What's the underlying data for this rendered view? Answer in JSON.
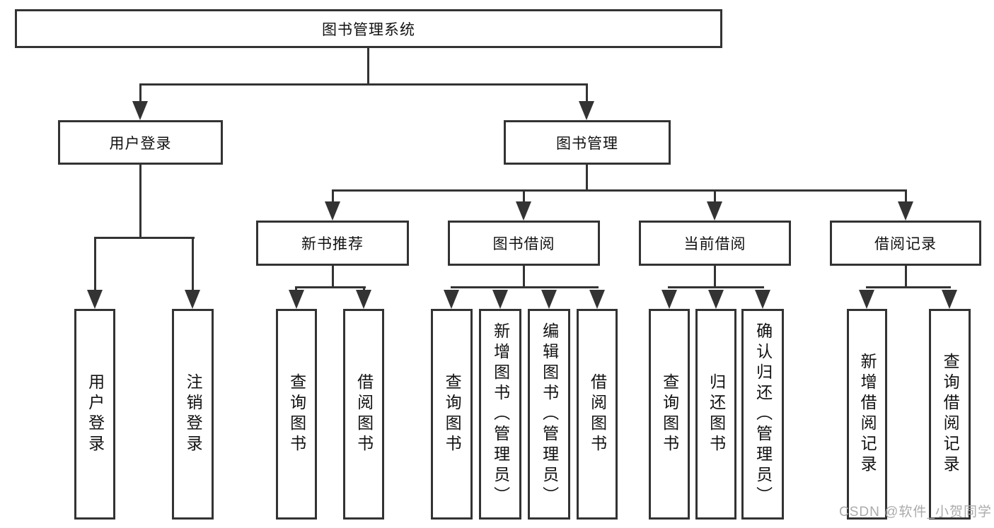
{
  "nodes": {
    "root": "图书管理系统",
    "user_login": "用户登录",
    "book_mgmt": "图书管理",
    "new_book_rec": "新书推荐",
    "book_borrow": "图书借阅",
    "current_borrow": "当前借阅",
    "borrow_record": "借阅记录",
    "leaves": {
      "user_login": [
        "用户登录",
        "注销登录"
      ],
      "new_book_rec": [
        "查询图书",
        "借阅图书"
      ],
      "book_borrow": [
        "查询图书",
        "新增图书（管理员）",
        "编辑图书（管理员）",
        "借阅图书"
      ],
      "current_borrow": [
        "查询图书",
        "归还图书",
        "确认归还（管理员）"
      ],
      "borrow_record": [
        "新增借阅记录",
        "查询借阅记录"
      ]
    }
  },
  "watermark": "CSDN @软件_小贺同学",
  "colors": {
    "line": "#333333",
    "text": "#111111",
    "watermark": "#ababab",
    "background": "#ffffff"
  }
}
